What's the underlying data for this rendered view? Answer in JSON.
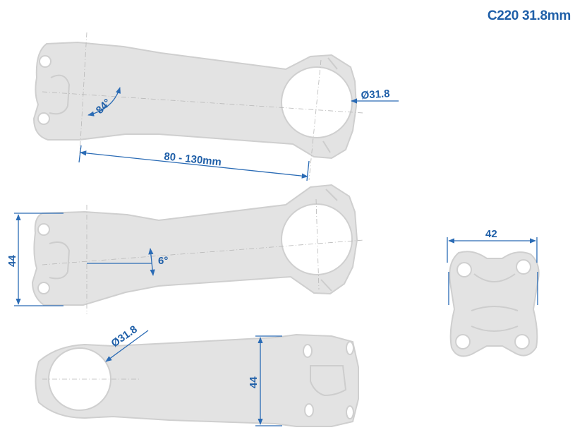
{
  "title": "C220 31.8mm",
  "labels": {
    "clamp_diameter_top": "Ø31.8",
    "clamp_angle": "84°",
    "length_range": "80 - 130mm",
    "height_side": "44",
    "rise_angle": "6°",
    "clamp_diameter_bottom": "Ø31.8",
    "height_bottom": "44",
    "faceplate_width": "42"
  },
  "colors": {
    "dimension": "#2a6bb5",
    "part_fill": "#e3e3e3",
    "part_outline": "#cfcfcf"
  }
}
